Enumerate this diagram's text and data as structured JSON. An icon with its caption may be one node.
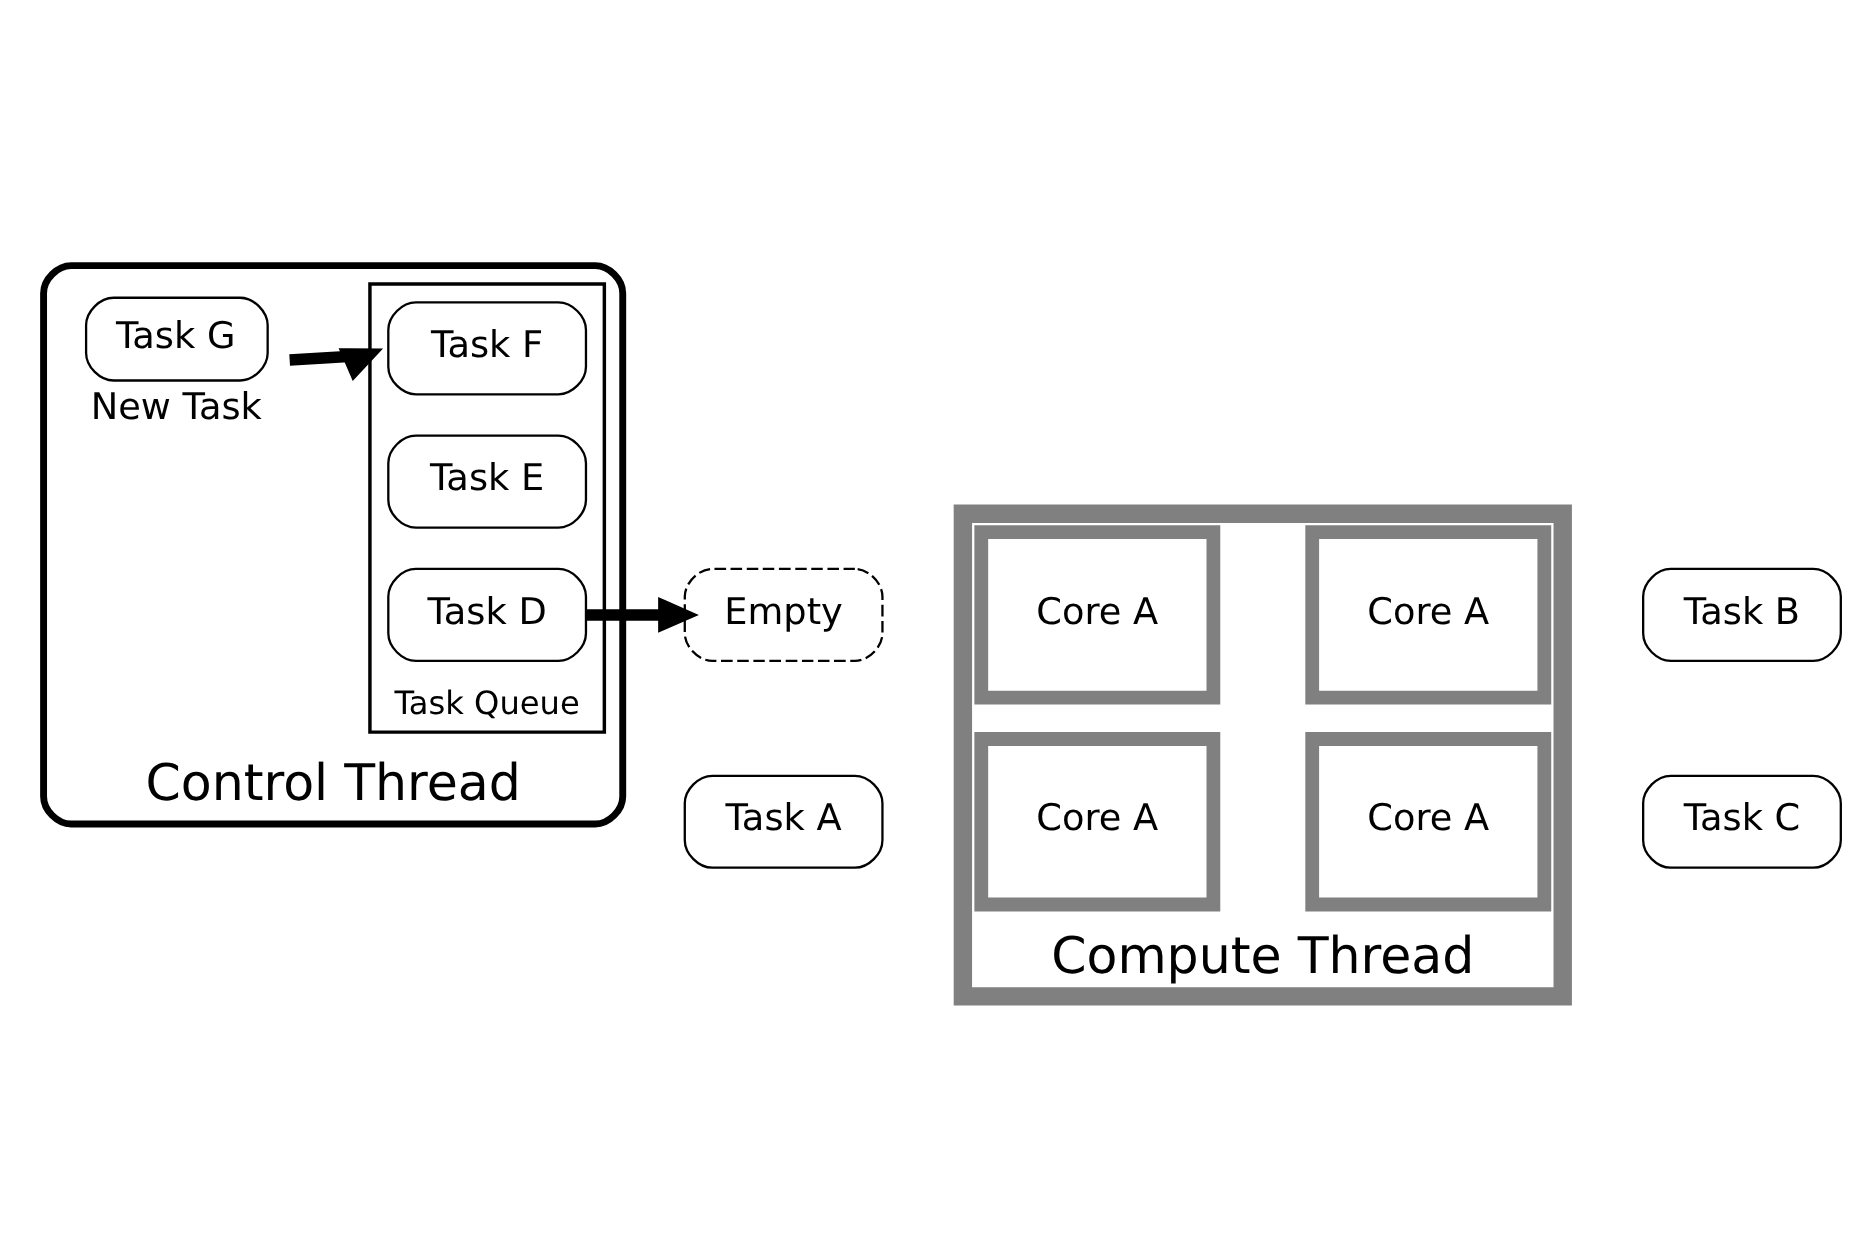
{
  "diagram": {
    "nodes": [
      {
        "text": [
          "Control Thread"
        ]
      },
      {
        "text": [
          "Task G"
        ],
        "in": 0,
        "beside": [
          "New Task"
        ]
      },
      {
        "text": [
          "Task Queue"
        ],
        "in": 0
      },
      {
        "text": [
          "Task F"
        ],
        "in": 2
      },
      {
        "text": [
          "Task E"
        ],
        "in": 2
      },
      {
        "text": [
          "Task D"
        ],
        "in": 2
      },
      {
        "text": [
          "Compute Thread"
        ]
      },
      {
        "text": [
          "Task A"
        ]
      },
      {
        "text": [
          "Task C"
        ]
      },
      {
        "text": [
          "Core A"
        ],
        "in": 6
      },
      {
        "text": [
          "Core A"
        ],
        "in": 6
      },
      {
        "text": [
          "Empty"
        ]
      },
      {
        "text": [
          "Task B"
        ]
      },
      {
        "text": [
          "Core A"
        ],
        "in": 6
      },
      {
        "text": [
          "Core A"
        ],
        "in": 6
      }
    ],
    "edges": [
      {
        "from": 1,
        "to": 2,
        "arrow": "to"
      },
      {
        "from": 5,
        "to": 11,
        "arrow": "to"
      }
    ]
  }
}
